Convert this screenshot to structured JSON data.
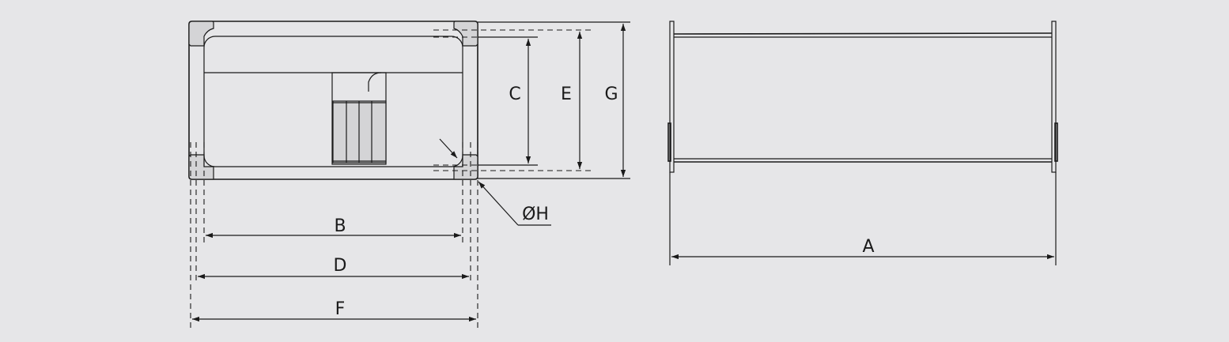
{
  "colors": {
    "background": "#e6e6e8",
    "line": "#1a1a1a",
    "fill": "#d4d4d6"
  },
  "dimension_labels": {
    "a": "A",
    "b": "B",
    "c": "C",
    "d": "D",
    "e": "E",
    "f": "F",
    "g": "G",
    "h": "ØH"
  }
}
